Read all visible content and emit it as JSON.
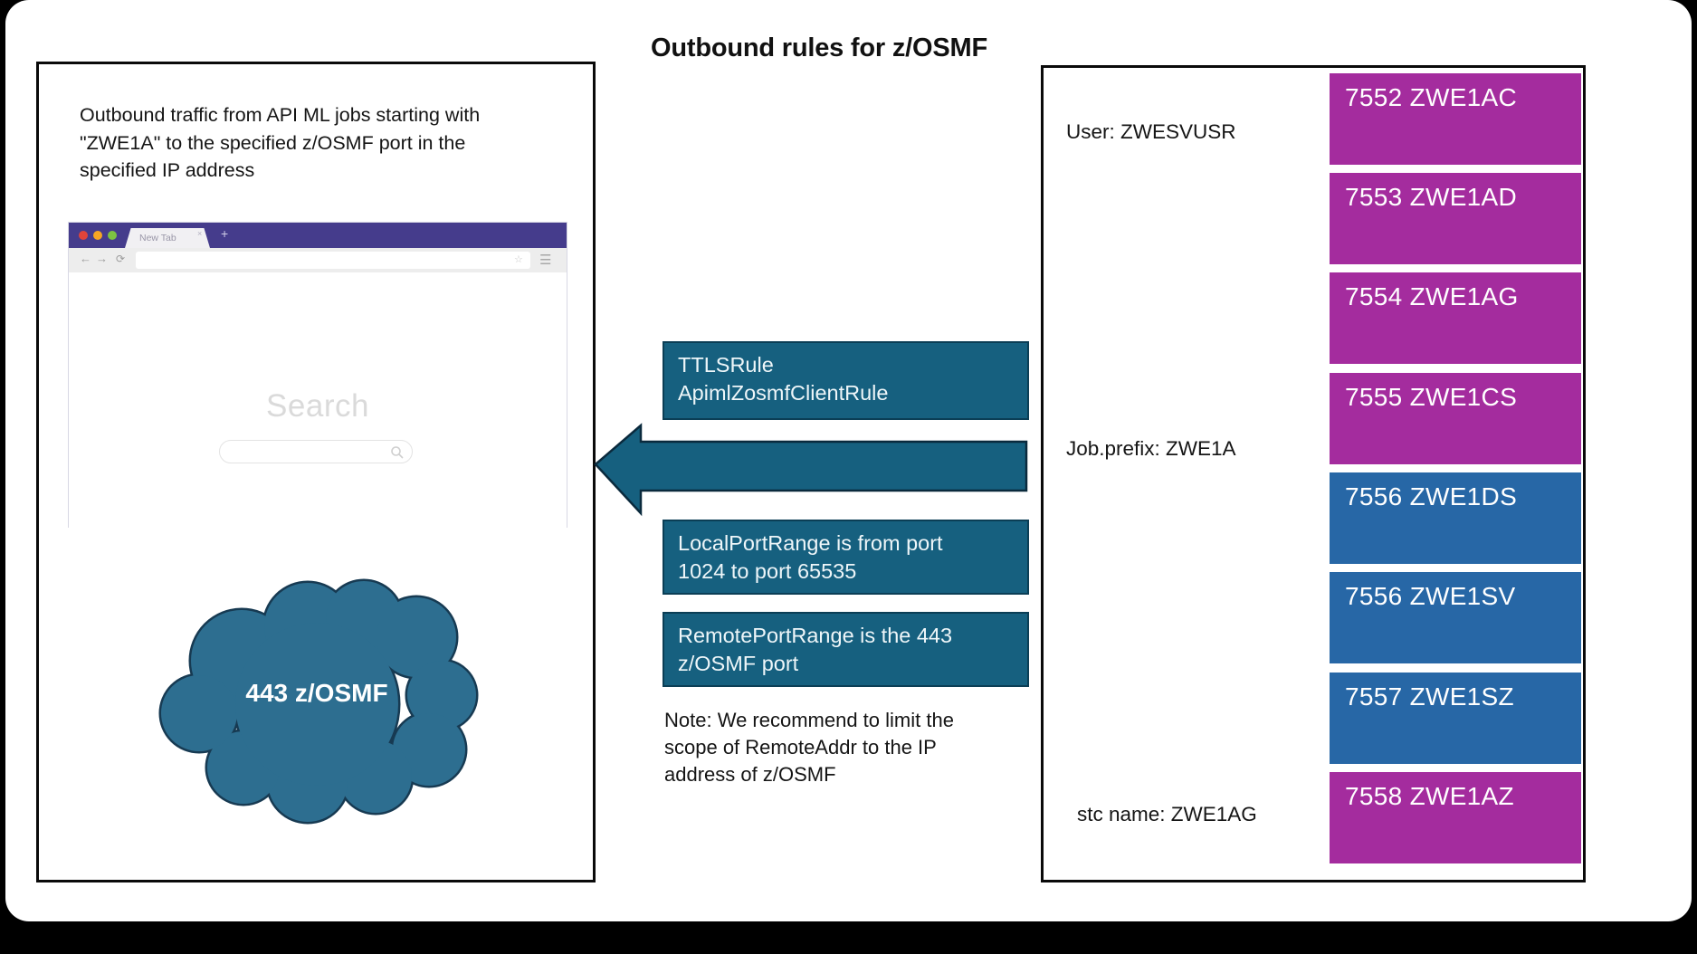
{
  "title": "Outbound rules for z/OSMF",
  "colors": {
    "teal": "#16607F",
    "teal_border": "#0B3E55",
    "magenta": "#A42C9E",
    "blue": "#2767A6",
    "browser_purple": "#453C8C",
    "cloud_fill": "#2D6E90",
    "cloud_stroke": "#173A52"
  },
  "left_panel": {
    "description": "Outbound traffic from API ML jobs starting with \"ZWE1A\" to the specified z/OSMF port in the specified IP address",
    "browser": {
      "tab_label": "New Tab",
      "tab_close_icon": "×",
      "new_tab_icon": "+",
      "back_icon": "←",
      "forward_icon": "→",
      "reload_icon": "⟳",
      "bookmark_icon": "☆",
      "menu_icon": "☰",
      "search_label": "Search"
    },
    "cloud_label": "443 z/OSMF"
  },
  "middle": {
    "rule_box_lines": [
      "TTLSRule",
      "ApimlZosmfClientRule"
    ],
    "local_port_lines": [
      "LocalPortRange is from port",
      "1024 to port 65535"
    ],
    "remote_port_lines": [
      "RemotePortRange is the 443",
      "z/OSMF port"
    ],
    "note": "Note: We recommend to limit the scope of RemoteAddr to the IP address of z/OSMF"
  },
  "right_panel": {
    "user_label": "User: ZWESVUSR",
    "job_prefix_label": "Job.prefix: ZWE1A",
    "stc_name_label": "stc name: ZWE1AG",
    "ports": [
      {
        "label": "7552 ZWE1AC",
        "color": "#A42C9E"
      },
      {
        "label": "7553 ZWE1AD",
        "color": "#A42C9E"
      },
      {
        "label": "7554 ZWE1AG",
        "color": "#A42C9E"
      },
      {
        "label": "7555 ZWE1CS",
        "color": "#A42C9E"
      },
      {
        "label": "7556 ZWE1DS",
        "color": "#2767A6"
      },
      {
        "label": "7556 ZWE1SV",
        "color": "#2767A6"
      },
      {
        "label": "7557 ZWE1SZ",
        "color": "#2767A6"
      },
      {
        "label": "7558 ZWE1AZ",
        "color": "#A42C9E"
      }
    ]
  }
}
